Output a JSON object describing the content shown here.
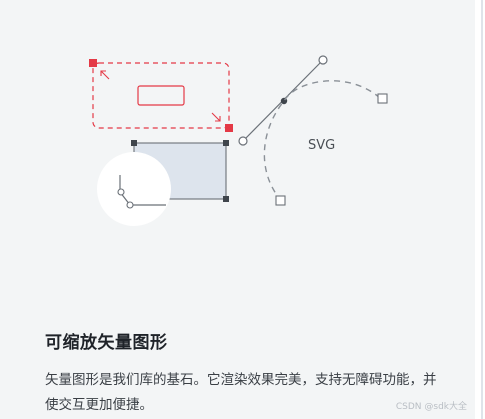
{
  "illustration": {
    "label": "SVG",
    "colors": {
      "accent": "#e43946",
      "stroke": "#6b7178",
      "fill_blue": "#dde4ed",
      "fill_white": "#ffffff",
      "background": "#f3f5f6"
    }
  },
  "feature": {
    "title": "可缩放矢量图形",
    "description": "矢量图形是我们库的基石。它渲染效果完美，支持无障碍功能，并使交互更加便捷。"
  },
  "watermark": "CSDN @sdk大全"
}
